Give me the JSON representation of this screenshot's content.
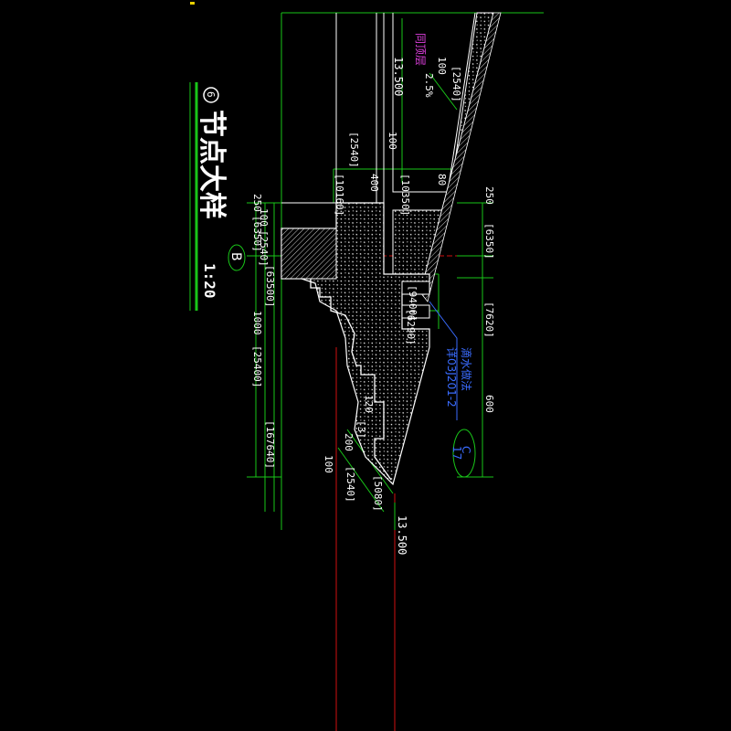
{
  "drawing": {
    "title_cn": "节点大样",
    "title_number": "6",
    "scale": "1:20",
    "axis_label": "B",
    "colors": {
      "background": "#000000",
      "dimension_line": "#19c619",
      "structure": "#ffffff",
      "axis_line": "#d01010",
      "note_blue": "#3a6cff",
      "note_magenta": "#e040e0"
    }
  },
  "elevations": {
    "top": "13.500",
    "bottom": "13.500"
  },
  "dimensions": {
    "left_1": "100",
    "left_2": "[2540]",
    "left_3": "250",
    "left_4": "[6350]",
    "left_5": "1000",
    "left_6": "[25400]",
    "left_7": "[63500]",
    "left_8": "[167640]",
    "right_1": "250",
    "right_2": "[6350]",
    "right_3": "[7620]",
    "right_4": "600",
    "mid_1": "[2540]",
    "mid_2": "100",
    "mid_3": "[10160]",
    "mid_4": "400",
    "mid_5": "[10350]",
    "mid_6": "80",
    "mid_7": "[9400]",
    "mid_8": "[6290]",
    "top_dim": "100",
    "top_dim_2": "[2540]",
    "bot_1": "100",
    "bot_2": "[2540]",
    "bot_3": "200",
    "bot_4": "[5080]",
    "bot_5": "[3]",
    "bot_6": "120"
  },
  "notes": {
    "magenta": "同顶层",
    "magenta_2": "2.5%",
    "blue_1": "滴水做法",
    "blue_2": "详03J201-2",
    "circle_1": "C",
    "circle_2": "17"
  }
}
